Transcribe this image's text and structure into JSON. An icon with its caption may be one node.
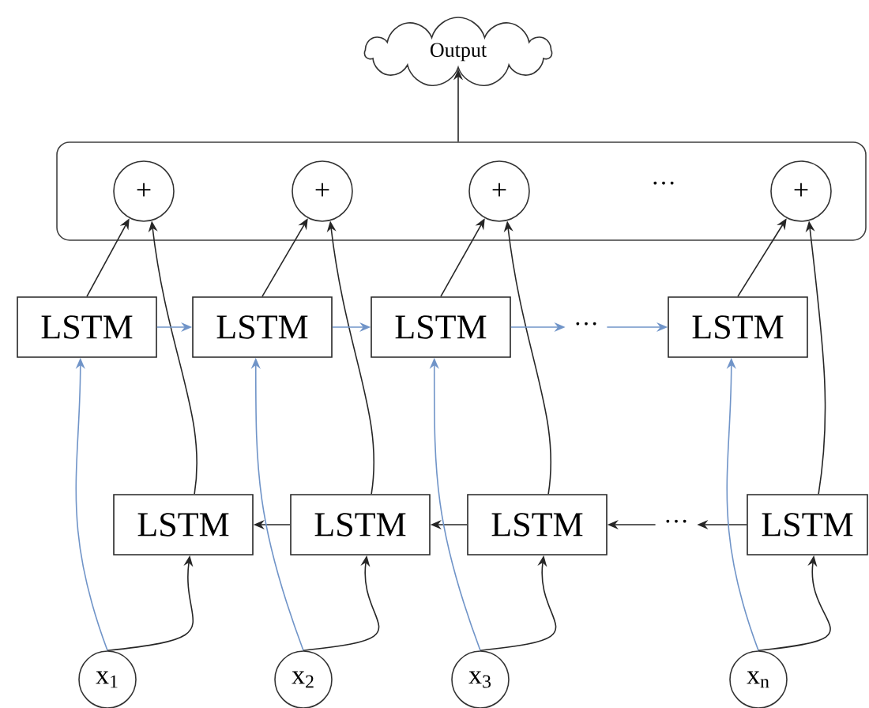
{
  "diagram": {
    "nodes": [
      {
        "text": [
          "Output"
        ]
      },
      {
        "text": [],
        "shape": "box"
      },
      {
        "text": [
          "+"
        ],
        "in": 1
      },
      {
        "text": [
          "+"
        ],
        "in": 1
      },
      {
        "text": [
          "+"
        ],
        "in": 1
      },
      {
        "text": [
          "+"
        ],
        "in": 1
      },
      {
        "text": [
          "LSTM"
        ]
      },
      {
        "text": [
          "LSTM"
        ]
      },
      {
        "text": [
          "LSTM"
        ]
      },
      {
        "text": [
          "···"
        ]
      },
      {
        "text": [
          "LSTM"
        ]
      },
      {
        "text": [
          "LSTM"
        ]
      },
      {
        "text": [
          "LSTM"
        ]
      },
      {
        "text": [
          "LSTM"
        ]
      },
      {
        "text": [
          "···"
        ]
      },
      {
        "text": [
          "LSTM"
        ]
      },
      {
        "text": [
          "x$_{1}$"
        ]
      },
      {
        "text": [
          "x$_{2}$"
        ]
      },
      {
        "text": [
          "x$_{3}$"
        ]
      },
      {
        "text": [
          "x$_{n}$"
        ]
      }
    ],
    "edges": [
      {
        "from": 1,
        "to": 0,
        "arrow": "to"
      },
      {
        "from": 6,
        "to": 2,
        "arrow": "to"
      },
      {
        "from": 11,
        "to": 2,
        "arrow": "to"
      },
      {
        "from": 7,
        "to": 3,
        "arrow": "to"
      },
      {
        "from": 12,
        "to": 3,
        "arrow": "to"
      },
      {
        "from": 8,
        "to": 4,
        "arrow": "to"
      },
      {
        "from": 13,
        "to": 4,
        "arrow": "to"
      },
      {
        "from": 10,
        "to": 5,
        "arrow": "to"
      },
      {
        "from": 15,
        "to": 5,
        "arrow": "to"
      },
      {
        "from": 6,
        "to": 7,
        "arrow": "to",
        "color": "#7094c8"
      },
      {
        "from": 7,
        "to": 8,
        "arrow": "to",
        "color": "#7094c8"
      },
      {
        "from": 8,
        "to": 9,
        "arrow": "to",
        "color": "#7094c8"
      },
      {
        "from": 9,
        "to": 10,
        "arrow": "to",
        "color": "#7094c8"
      },
      {
        "from": 12,
        "to": 11,
        "arrow": "to"
      },
      {
        "from": 13,
        "to": 12,
        "arrow": "to"
      },
      {
        "from": 14,
        "to": 13,
        "arrow": "to"
      },
      {
        "from": 15,
        "to": 14,
        "arrow": "to"
      },
      {
        "from": 16,
        "to": 6,
        "arrow": "to",
        "color": "#7094c8"
      },
      {
        "from": 17,
        "to": 7,
        "arrow": "to",
        "color": "#7094c8"
      },
      {
        "from": 18,
        "to": 8,
        "arrow": "to",
        "color": "#7094c8"
      },
      {
        "from": 19,
        "to": 10,
        "arrow": "to",
        "color": "#7094c8"
      },
      {
        "from": 16,
        "to": 11,
        "arrow": "to"
      },
      {
        "from": 17,
        "to": 12,
        "arrow": "to"
      },
      {
        "from": 18,
        "to": 13,
        "arrow": "to"
      },
      {
        "from": 19,
        "to": 15,
        "arrow": "to"
      }
    ],
    "labels": [
      "···"
    ]
  }
}
